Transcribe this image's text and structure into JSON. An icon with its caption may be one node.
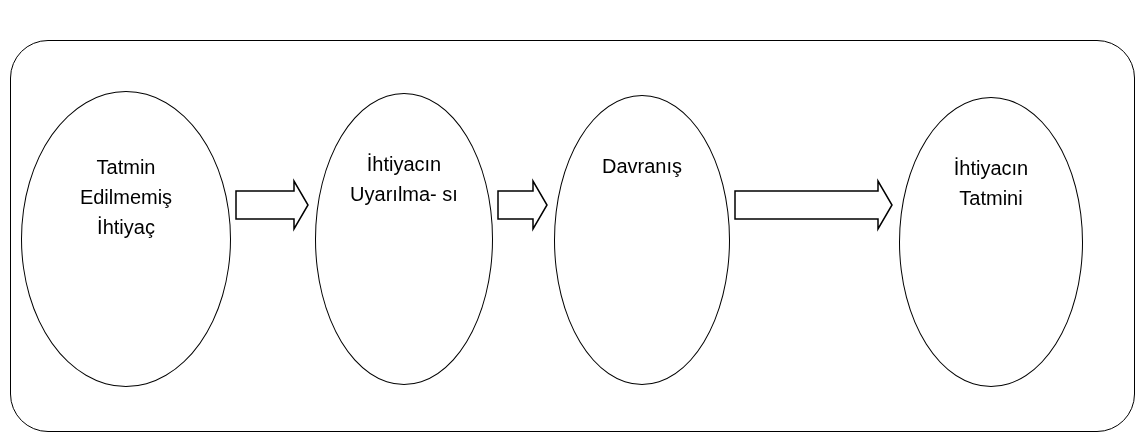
{
  "diagram": {
    "nodes": [
      {
        "text": [],
        "shape": "box"
      },
      {
        "text": [
          "Tatmin Edilmemiş İhtiyaç"
        ],
        "in": 0
      },
      {
        "text": [
          "İhtiyacın Uyarılma- sı"
        ],
        "in": 0
      },
      {
        "text": [
          "Davranış"
        ],
        "in": 0
      },
      {
        "text": [
          "İhtiyacın Tatmini"
        ],
        "in": 0
      }
    ],
    "edges": [
      {
        "from": 1,
        "to": 2,
        "arrow": "to"
      },
      {
        "from": 2,
        "to": 3,
        "arrow": "to"
      },
      {
        "from": 3,
        "to": 4,
        "arrow": "to"
      }
    ]
  }
}
